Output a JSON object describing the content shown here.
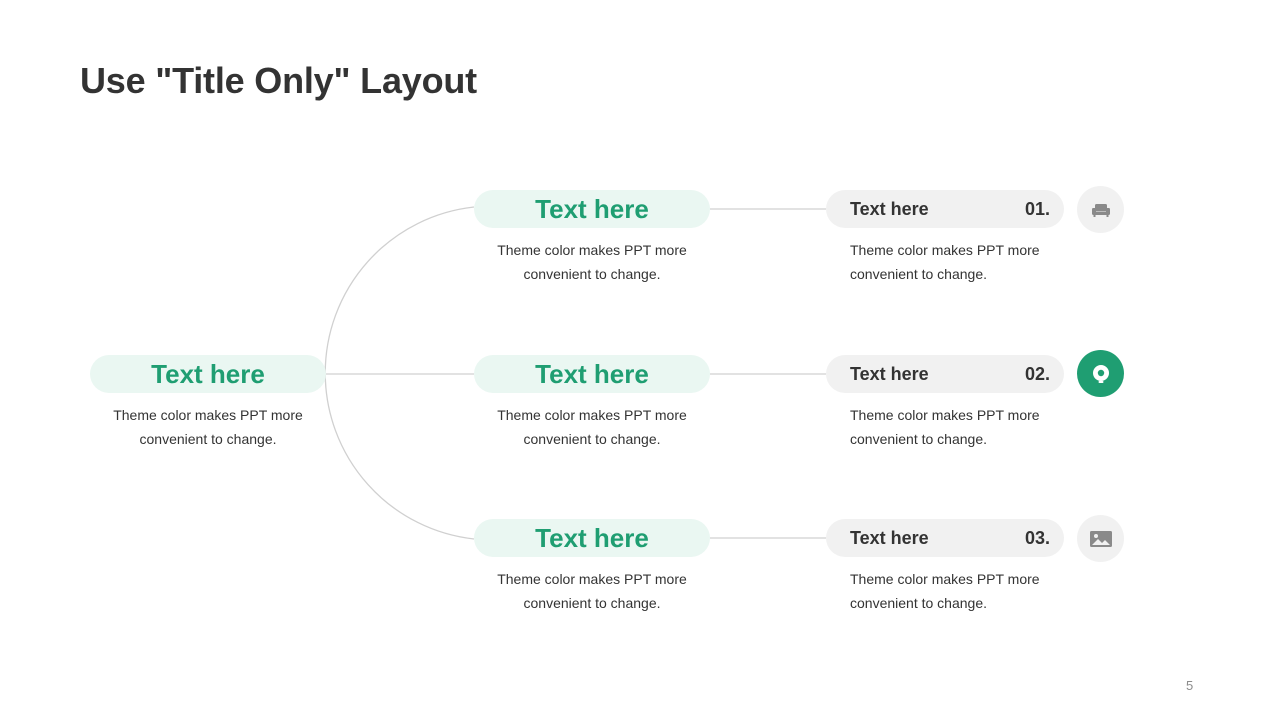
{
  "title": "Use \"Title Only\" Layout",
  "root": {
    "label": "Text here",
    "desc_line1": "Theme color makes PPT more",
    "desc_line2": "convenient  to change."
  },
  "branches": [
    {
      "label": "Text here",
      "desc_line1": "Theme color makes PPT more",
      "desc_line2": "convenient  to change.",
      "item_label": "Text here",
      "item_number": "01.",
      "item_desc_line1": "Theme color makes PPT more",
      "item_desc_line2": "convenient  to change.",
      "icon": "sofa-icon",
      "icon_highlighted": false
    },
    {
      "label": "Text here",
      "desc_line1": "Theme color makes PPT more",
      "desc_line2": "convenient  to change.",
      "item_label": "Text here",
      "item_number": "02.",
      "item_desc_line1": "Theme color makes PPT more",
      "item_desc_line2": "convenient  to change.",
      "icon": "location-pin-icon",
      "icon_highlighted": true
    },
    {
      "label": "Text here",
      "desc_line1": "Theme color makes PPT more",
      "desc_line2": "convenient  to change.",
      "item_label": "Text here",
      "item_number": "03.",
      "item_desc_line1": "Theme color makes PPT more",
      "item_desc_line2": "convenient  to change.",
      "icon": "image-icon",
      "icon_highlighted": false
    }
  ],
  "page_number": "5",
  "colors": {
    "accent": "#1f9e72",
    "accent_light": "#eaf7f2",
    "pill_grey": "#f1f1f1",
    "connector": "#d0d0d0",
    "text": "#333333"
  }
}
